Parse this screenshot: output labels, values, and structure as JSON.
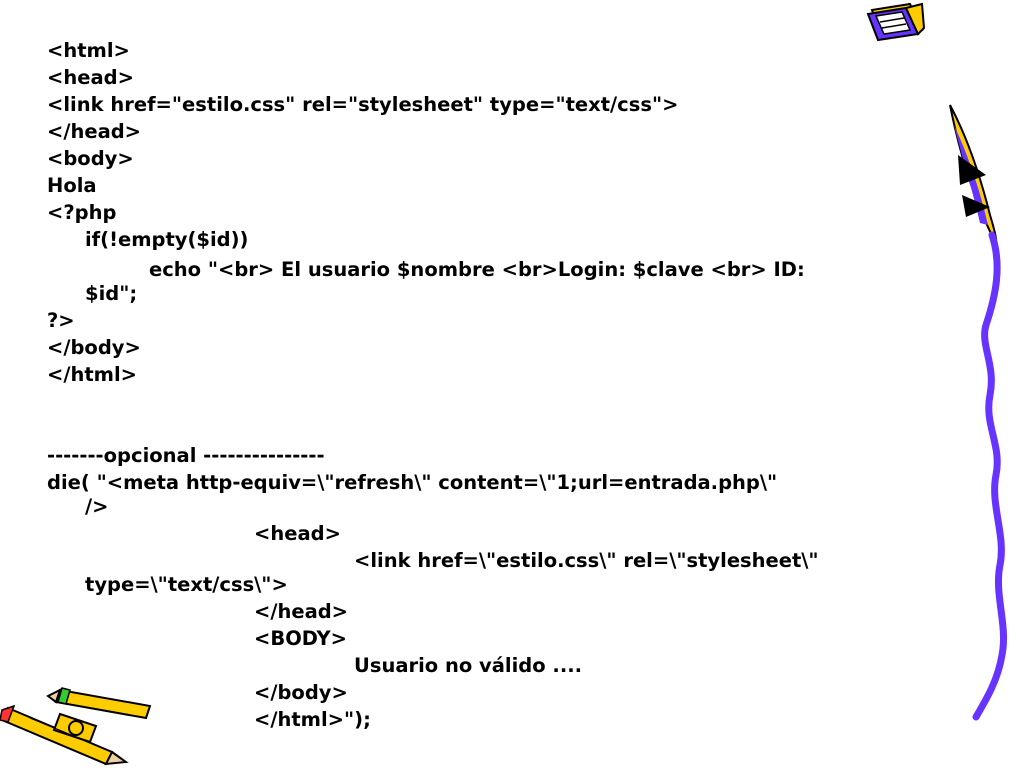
{
  "slide": {
    "code_lines": [
      "<html>",
      "<head>",
      "<link href=\"estilo.css\" rel=\"stylesheet\" type=\"text/css\">",
      "</head>",
      "<body>",
      "Hola",
      "<?php",
      "if(!empty($id))",
      "echo \"<br> El usuario $nombre <br>Login: $clave <br> ID:",
      "$id\";",
      "?>",
      "</body>",
      "</html>",
      "-------opcional ---------------",
      "die( \"<meta http-equiv=\\\"refresh\\\" content=\\\"1;url=entrada.php\\\"",
      "/>",
      "<head>",
      "<link href=\\\"estilo.css\\\" rel=\\\"stylesheet\\\"",
      "type=\\\"text/css\\\">",
      "</head>",
      "<BODY>",
      "Usuario no válido ....",
      "</body>",
      "</html>\");"
    ]
  },
  "decorations": {
    "top_right": "book-clipart-icon",
    "right_edge": "quill-pen-clipart-icon",
    "bottom_left": "pencils-clipart-icon"
  },
  "colors": {
    "accent_purple": "#6633ff",
    "accent_yellow": "#ffcc00",
    "pencil_red": "#ff3333",
    "pencil_green": "#33cc33"
  }
}
